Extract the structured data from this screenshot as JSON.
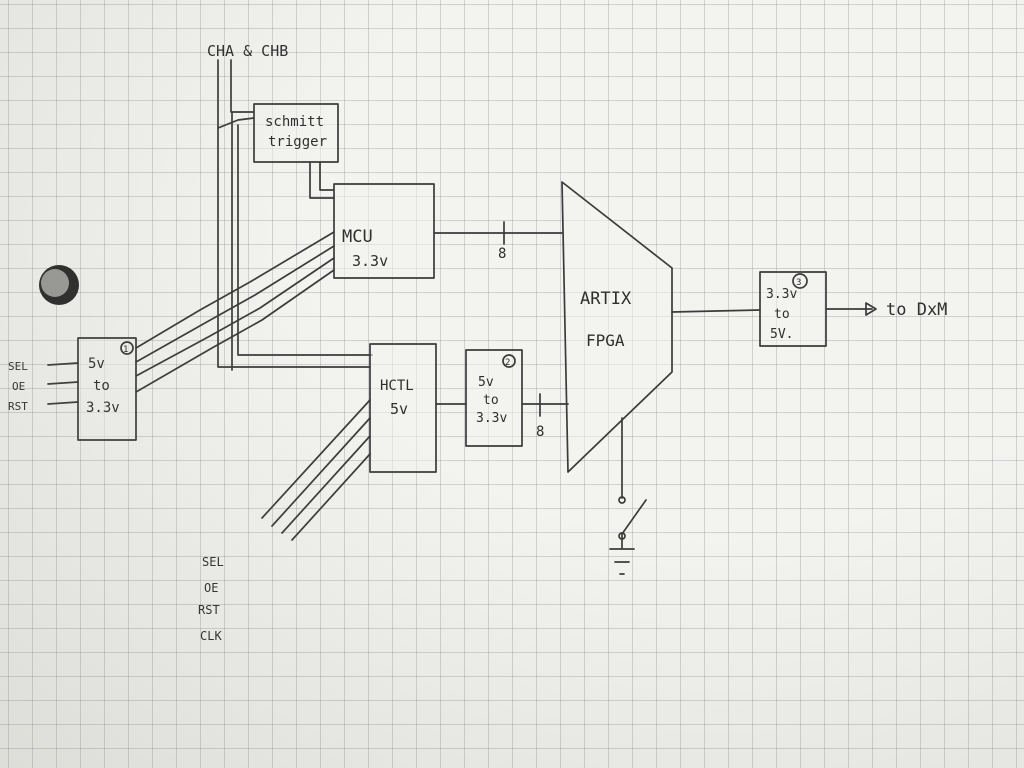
{
  "labels": {
    "channel_input": "CHA & CHB",
    "schmitt_line1": "schmitt",
    "schmitt_line2": "trigger",
    "mcu_line1": "MCU",
    "mcu_line2": "3.3v",
    "fpga_line1": "ARTIX",
    "fpga_line2": "FPGA",
    "hctl_line1": "HCTL",
    "hctl_line2": "5v",
    "conv1_line1": "5v",
    "conv1_line2": "to",
    "conv1_line3": "3.3v",
    "conv1_num": "1",
    "conv2_line1": "5v",
    "conv2_line2": "to",
    "conv2_line3": "3.3v",
    "conv2_num": "2",
    "conv3_line1": "3.3v",
    "conv3_line2": "to",
    "conv3_line3": "5V.",
    "conv3_num": "3",
    "bus_width_top": "8",
    "bus_width_bottom": "8",
    "output_label": "to DxM",
    "left_sel": "SEL",
    "left_oe": "OE",
    "left_rst": "RST",
    "legend_sel": "SEL",
    "legend_oe": "OE",
    "legend_rst": "RST",
    "legend_clk": "CLK"
  }
}
